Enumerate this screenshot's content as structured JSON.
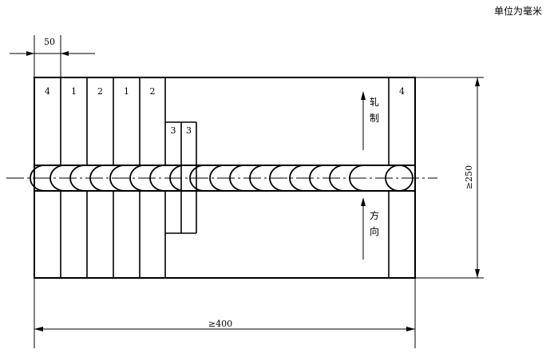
{
  "unit_note": "单位为毫米",
  "dimensions": {
    "strip_width": "50",
    "total_length": "≥400",
    "total_width": "≥250"
  },
  "top_strips": [
    "4",
    "1",
    "2",
    "1",
    "2"
  ],
  "right_strip": "4",
  "mid_strips": [
    "3",
    "3"
  ],
  "rolling_direction": {
    "top": [
      "轧",
      "制"
    ],
    "bottom": [
      "方",
      "向"
    ]
  }
}
